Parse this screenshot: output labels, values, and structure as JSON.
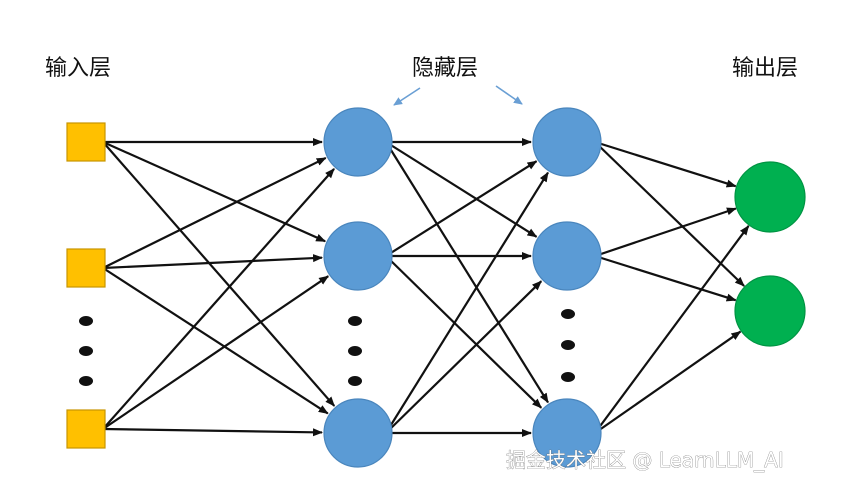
{
  "labels": {
    "input": "输入层",
    "hidden": "隐藏层",
    "output": "输出层"
  },
  "watermark": "掘金技术社区 @ LearnLLM_AI",
  "colors": {
    "input_fill": "#ffc000",
    "input_stroke": "#c79500",
    "hidden_fill": "#5b9bd5",
    "hidden_stroke": "#4a86bd",
    "output_fill": "#00b050",
    "output_stroke": "#009443",
    "edge": "#111111",
    "pointer": "#6a9fd4",
    "ellipsis": "#111111"
  },
  "network": {
    "layers": [
      {
        "id": "input",
        "shape": "square",
        "visible_nodes": 3,
        "ellipsis": true
      },
      {
        "id": "hidden1",
        "shape": "circle",
        "visible_nodes": 3,
        "ellipsis": true
      },
      {
        "id": "hidden2",
        "shape": "circle",
        "visible_nodes": 3,
        "ellipsis": true
      },
      {
        "id": "output",
        "shape": "circle",
        "visible_nodes": 2,
        "ellipsis": false
      }
    ],
    "connectivity": "fully-connected"
  }
}
